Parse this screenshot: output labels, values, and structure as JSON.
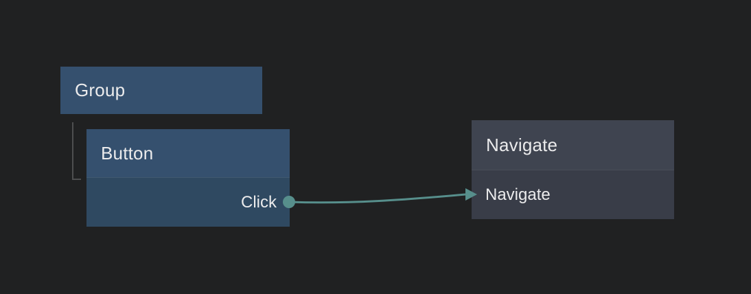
{
  "canvas": {
    "background": "#202122",
    "text_color": "#ebebec",
    "tree_line_color": "#4e4f50",
    "wire_color": "#578f8c"
  },
  "nodes": {
    "group": {
      "title": "Group",
      "header_color": "#35506e"
    },
    "button": {
      "title": "Button",
      "header_color": "#35506e",
      "body_color": "#2f4961",
      "ports": [
        {
          "label": "Click",
          "direction": "output"
        }
      ]
    },
    "navigate": {
      "title": "Navigate",
      "header_color": "#3f4450",
      "body_color": "#393d48",
      "ports": [
        {
          "label": "Navigate",
          "direction": "input"
        }
      ]
    }
  },
  "connection": {
    "from_node": "Button",
    "from_port": "Click",
    "to_node": "Navigate",
    "to_port": "Navigate"
  }
}
